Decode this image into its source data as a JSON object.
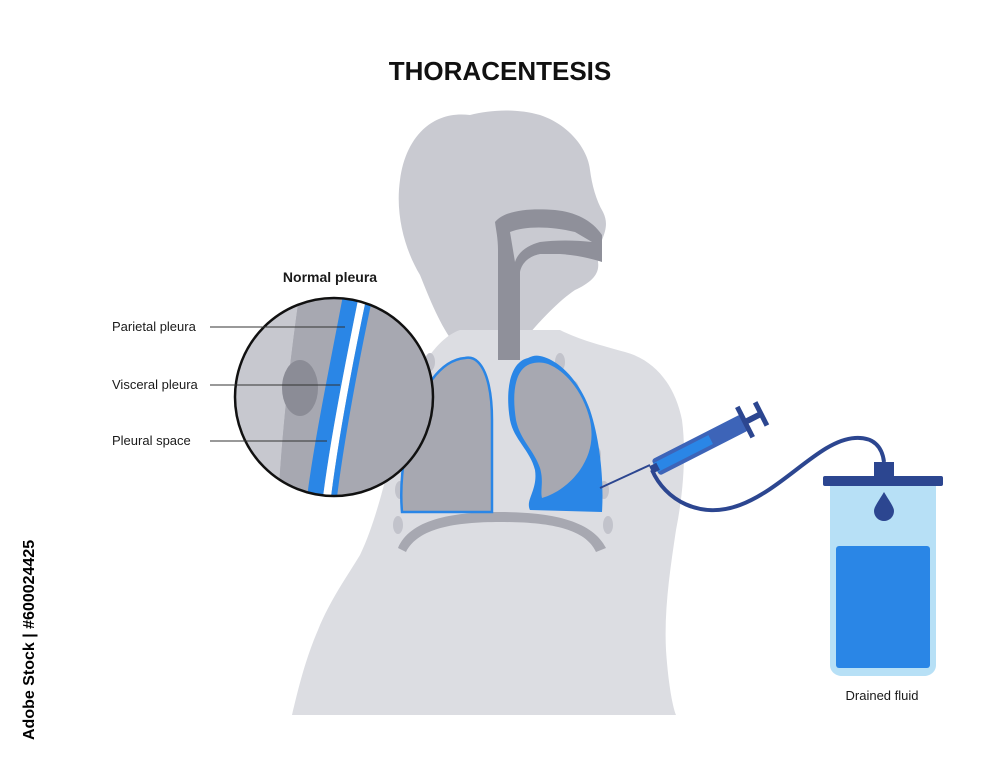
{
  "title": "THORACENTESIS",
  "inset": {
    "heading": "Normal pleura",
    "labels": {
      "parietal": "Parietal pleura",
      "visceral": "Visceral pleura",
      "space": "Pleural space"
    }
  },
  "bag_label": "Drained fluid",
  "watermark": {
    "side_text": "Adobe Stock | #600024425"
  },
  "colors": {
    "body": "#dcdde2",
    "organ": "#a7a8b1",
    "fluid_blue": "#2a86e6",
    "dark_blue": "#2c4690",
    "bag_light": "#b7e0f6"
  }
}
